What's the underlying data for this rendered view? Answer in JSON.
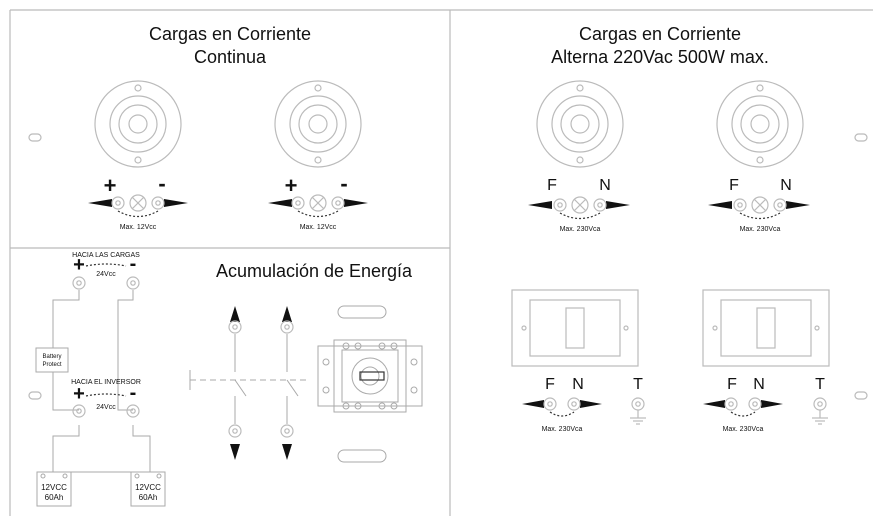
{
  "dc_section": {
    "title_line1": "Cargas en Corriente",
    "title_line2": "Continua",
    "outlet1": {
      "plus": "+",
      "minus": "-",
      "rating": "Max. 12Vcc"
    },
    "outlet2": {
      "plus": "+",
      "minus": "-",
      "rating": "Max. 12Vcc"
    }
  },
  "ac_section": {
    "title_line1": "Cargas en Corriente",
    "title_line2": "Alterna 220Vac 500W max.",
    "outlet1": {
      "f": "F",
      "n": "N",
      "rating": "Max. 230Vca"
    },
    "outlet2": {
      "f": "F",
      "n": "N",
      "rating": "Max. 230Vca"
    },
    "switch1": {
      "f": "F",
      "n": "N",
      "t": "T",
      "rating": "Max. 230Vca"
    },
    "switch2": {
      "f": "F",
      "n": "N",
      "t": "T",
      "rating": "Max. 230Vca"
    }
  },
  "storage_section": {
    "title": "Acumulación de Energía",
    "to_loads": "HACIA LAS CARGAS",
    "to_loads_voltage": "24Vcc",
    "to_loads_plus": "+",
    "to_loads_minus": "-",
    "battery_protect_line1": "Battery",
    "battery_protect_line2": "Protect",
    "to_inverter": "HACIA EL INVERSOR",
    "to_inverter_voltage": "24Vcc",
    "to_inverter_plus": "+",
    "to_inverter_minus": "-",
    "battery1": {
      "voltage": "12VCC",
      "capacity": "60Ah"
    },
    "battery2": {
      "voltage": "12VCC",
      "capacity": "60Ah"
    }
  }
}
